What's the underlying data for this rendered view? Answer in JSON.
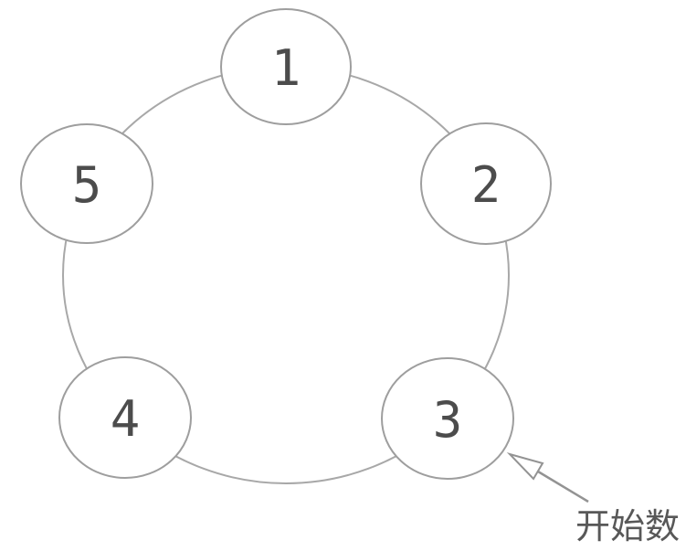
{
  "diagram": {
    "kind": "counting-circle",
    "nodes": [
      {
        "label": "1"
      },
      {
        "label": "2"
      },
      {
        "label": "3"
      },
      {
        "label": "4"
      },
      {
        "label": "5"
      }
    ],
    "annotation": {
      "label": "开始数",
      "points_to_node": "3"
    },
    "colors": {
      "background": "#ffffff",
      "ring_stroke": "#a8a8a8",
      "node_stroke": "#9e9e9e",
      "node_fill": "#ffffff",
      "digit": "#4c4c4c",
      "arrow": "#939393",
      "annotation_text": "#585858"
    }
  }
}
